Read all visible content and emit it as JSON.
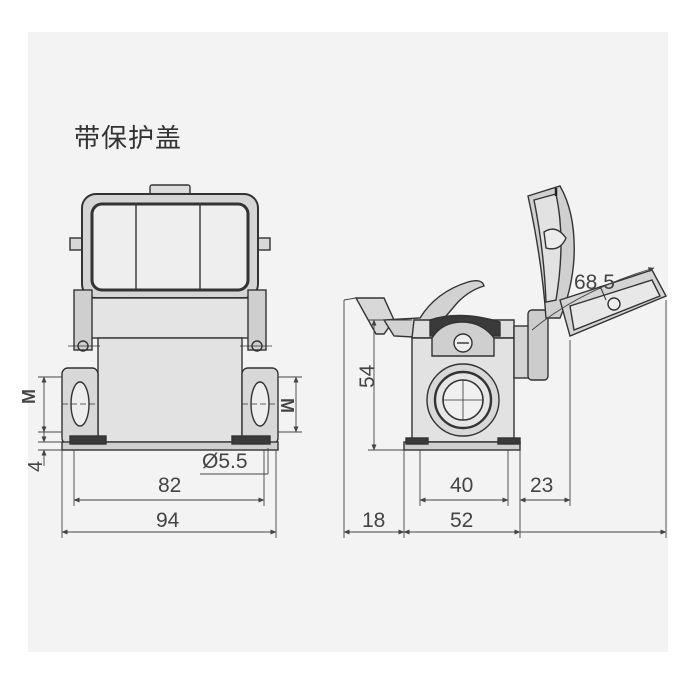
{
  "title": "带保护盖",
  "front_view": {
    "width_outer": "94",
    "width_holes": "82",
    "hole_diameter": "Ø5.5",
    "base_height": "4",
    "thread_left": "M",
    "thread_right": "M"
  },
  "side_view": {
    "height": "54",
    "cover_length": "68.5",
    "base_width": "52",
    "entry_width": "40",
    "left_offset": "18",
    "right_offset": "23"
  },
  "colors": {
    "background_panel": "#f3f3f3",
    "line": "#333333",
    "fill_light": "#e6e6e6",
    "fill_mid": "#cfcfcf",
    "fill_dark": "#3a3a3a",
    "dimension_text": "#444444"
  }
}
